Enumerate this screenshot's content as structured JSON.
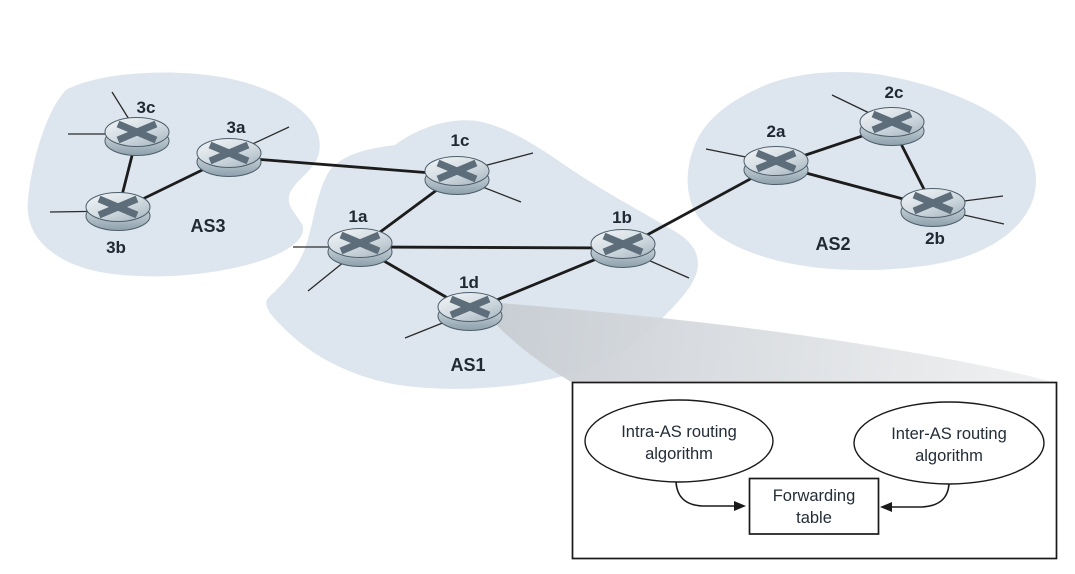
{
  "figure": {
    "background_color": "#ffffff",
    "cloud_color": "#dde5ee",
    "link_color": "#1c1c1c",
    "text_color": "#1f2833",
    "wedge_gradient_start": "#c6cbd1",
    "wedge_gradient_end": "#f0f1f2",
    "as_clouds": [
      {
        "label": "AS3"
      },
      {
        "label": "AS1"
      },
      {
        "label": "AS2"
      }
    ],
    "routers": [
      {
        "label": "3c"
      },
      {
        "label": "3a"
      },
      {
        "label": "3b"
      },
      {
        "label": "1c"
      },
      {
        "label": "1a"
      },
      {
        "label": "1b"
      },
      {
        "label": "1d"
      },
      {
        "label": "2a"
      },
      {
        "label": "2c"
      },
      {
        "label": "2b"
      }
    ],
    "links": [
      "3b-3c",
      "3a-3b",
      "3a-1c",
      "1a-1c",
      "1a-1b",
      "1a-1d",
      "1d-1b",
      "1b-2a",
      "2a-2c",
      "2a-2b",
      "2c-2b"
    ],
    "inset": {
      "intra_line1": "Intra-AS routing",
      "intra_line2": "algorithm",
      "inter_line1": "Inter-AS routing",
      "inter_line2": "algorithm",
      "forwarding_line1": "Forwarding",
      "forwarding_line2": "table"
    }
  }
}
